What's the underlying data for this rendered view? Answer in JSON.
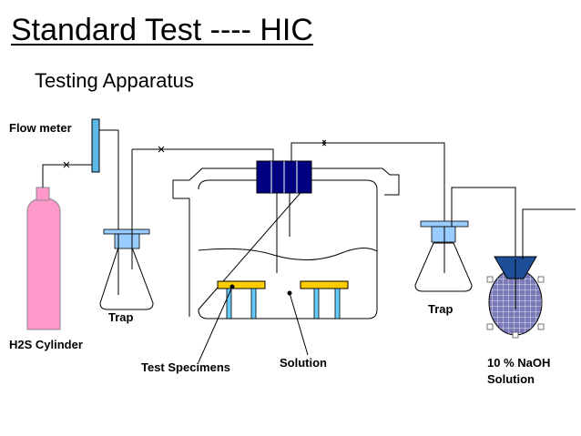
{
  "slide": {
    "title": "Standard Test ---- HIC",
    "subtitle": "Testing Apparatus"
  },
  "labels": {
    "flow_meter": "Flow meter",
    "h2s_cylinder": "H2S Cylinder",
    "trap_left": "Trap",
    "trap_right": "Trap",
    "test_specimens": "Test Specimens",
    "solution": "Solution",
    "naoh_line1": "10 % NaOH",
    "naoh_line2": "Solution"
  },
  "colors": {
    "cylinder": "#ff99cc",
    "flow_meter": "#5cb8e6",
    "trap_stopper": "#99ccff",
    "vessel_cap": "#000080",
    "specimen": "#ffcc00",
    "specimen_leg": "#66ccff",
    "naoh_flask": "#7070b0",
    "naoh_funnel": "#1f4e99"
  }
}
